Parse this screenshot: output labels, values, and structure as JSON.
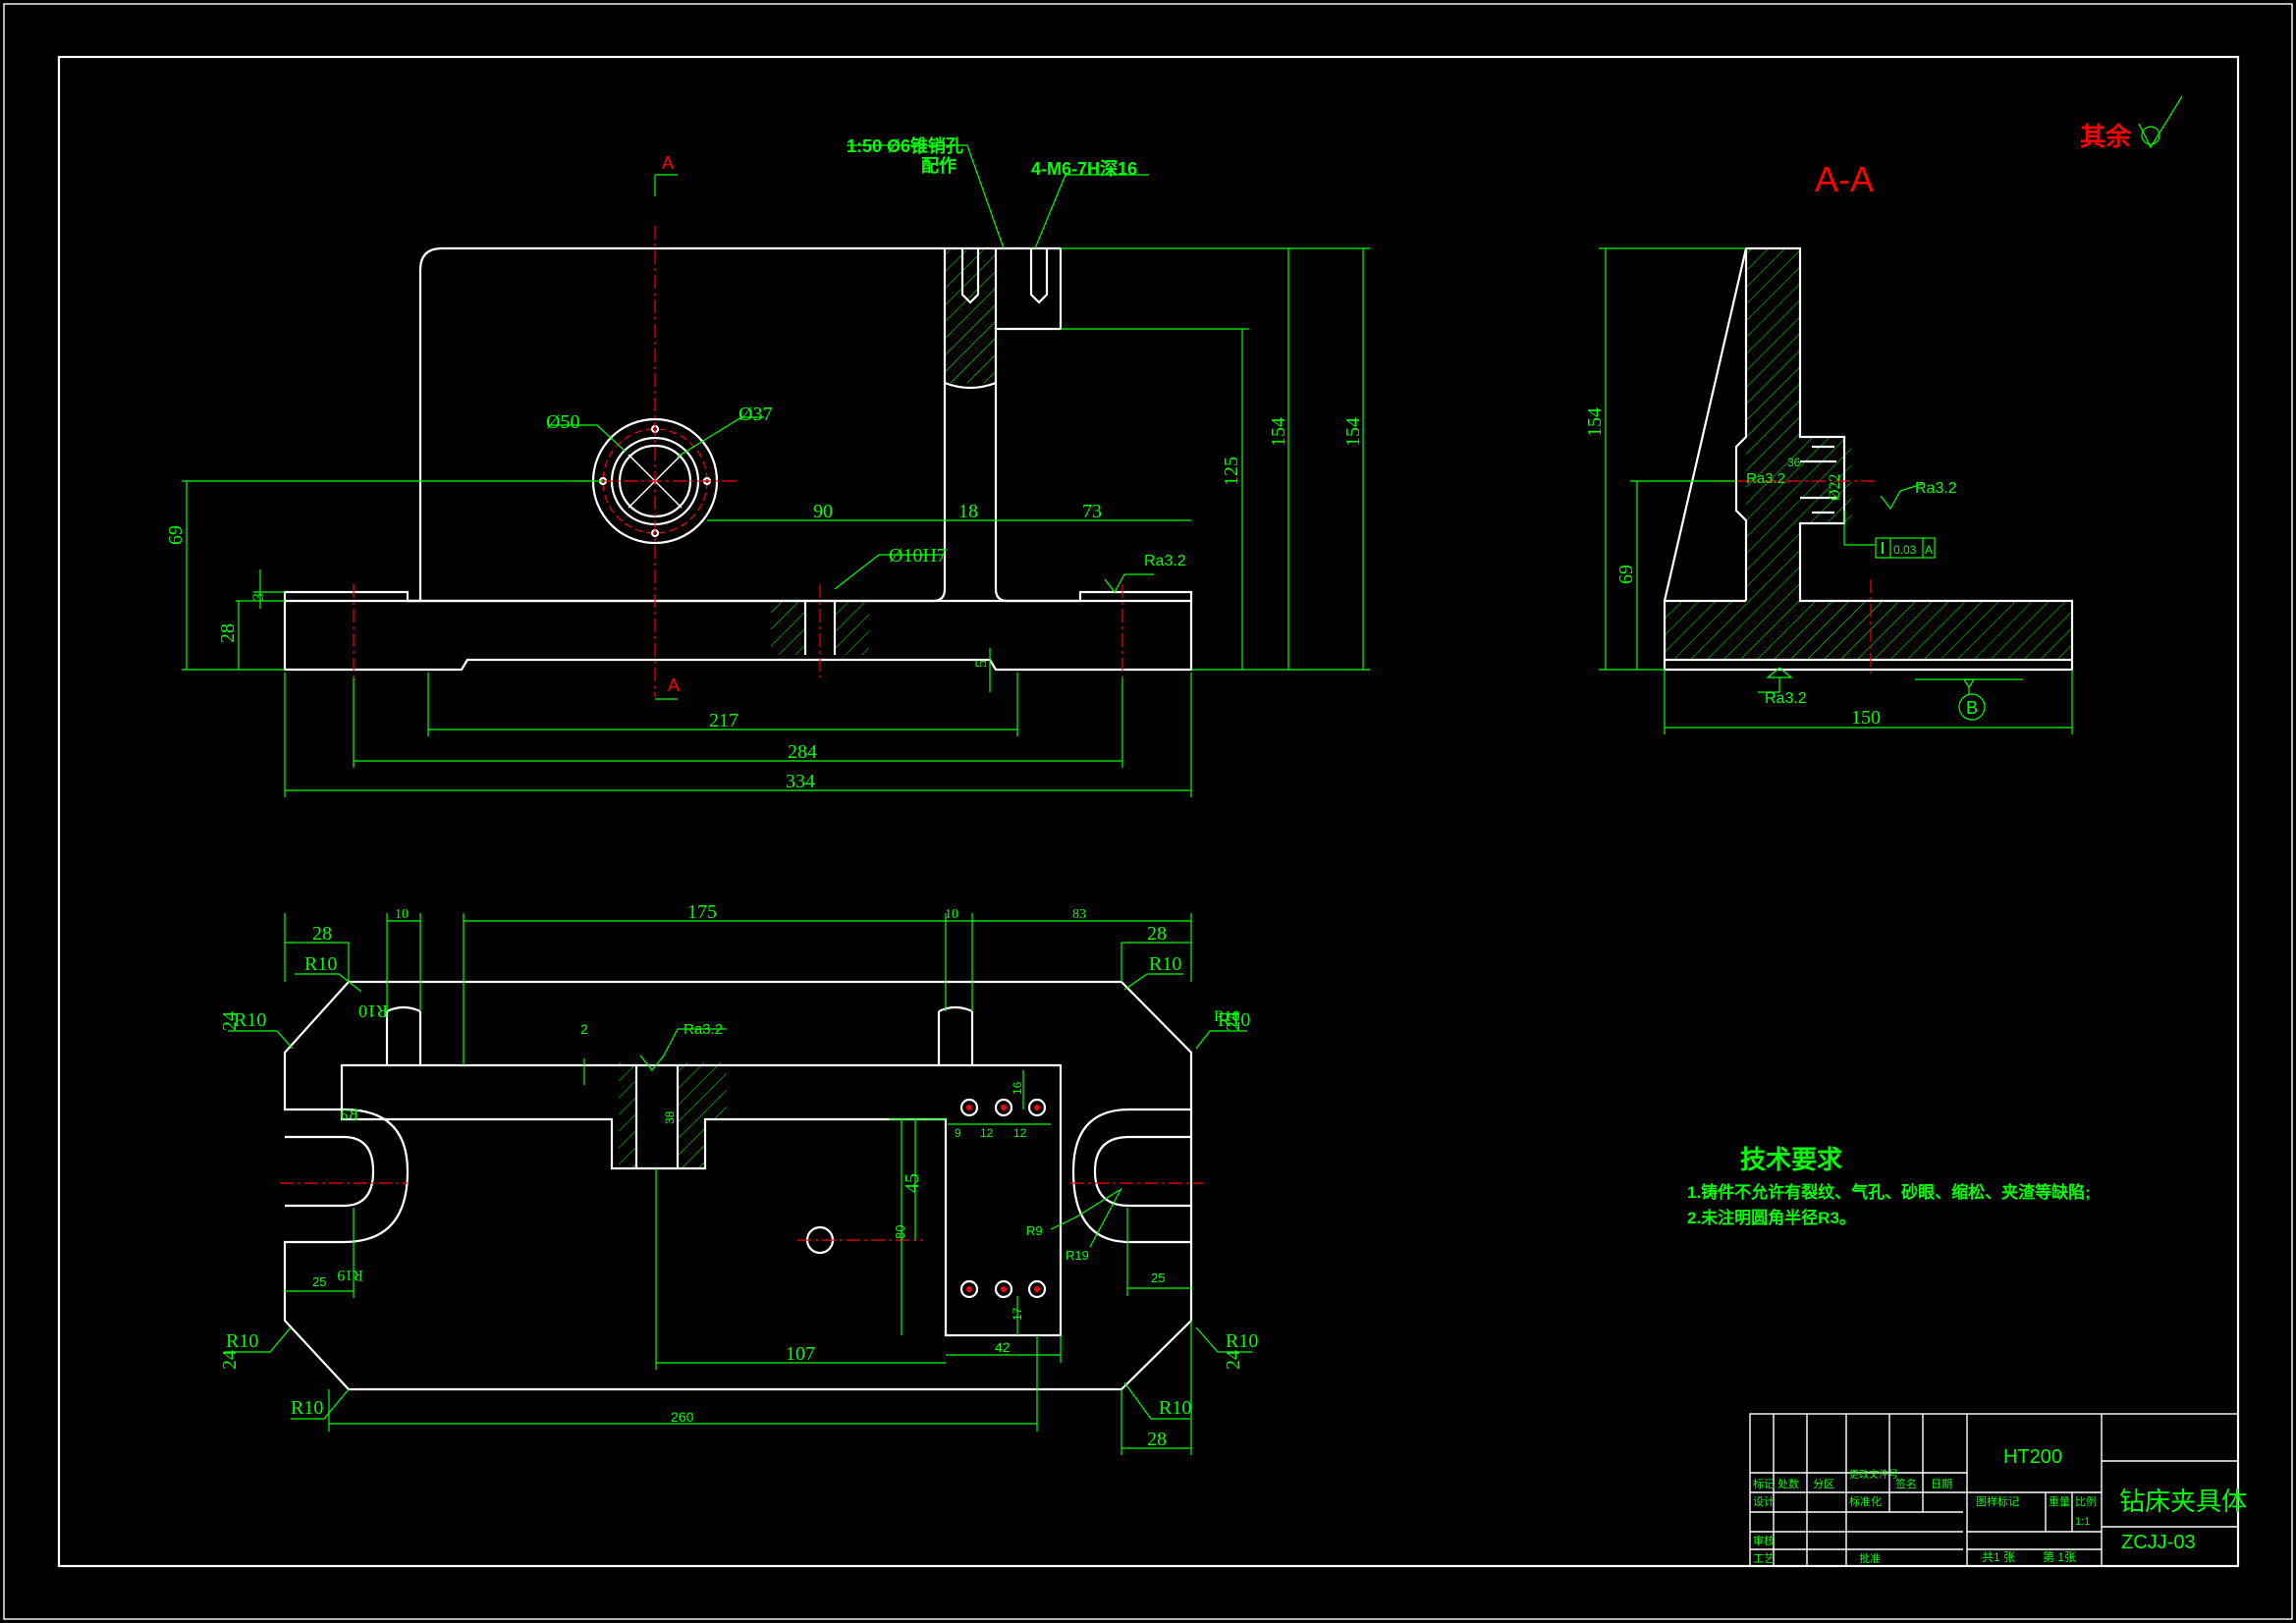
{
  "title_block": {
    "material": "HT200",
    "part_name": "钻床夹具体",
    "drawing_no": "ZCJJ-03",
    "scale_label": "比例",
    "scale": "1:1",
    "weight_label": "重量",
    "stage_label": "图样标记",
    "sheet_total": "共1 张",
    "sheet_no": "第 1张",
    "col_mark": "标记",
    "col_count": "处数",
    "col_zone": "分区",
    "col_doc": "更改文件号",
    "col_sign": "签名",
    "col_date": "日期",
    "row_design": "设计",
    "row_standard": "标准化",
    "row_check": "审核",
    "row_process": "工艺",
    "row_approve": "批准"
  },
  "tech_requirements": {
    "heading": "技术要求",
    "items": [
      "1.铸件不允许有裂纹、气孔、砂眼、缩松、夹渣等缺陷;",
      "2.未注明圆角半径R3。"
    ]
  },
  "roughness_note": {
    "label": "其余"
  },
  "section_label": "A-A",
  "front_view": {
    "section_mark_top": "A",
    "section_mark_bottom": "A",
    "note_taper_pin": "1:50 Ø6锥销孔",
    "note_taper_pin_2": "配作",
    "note_thread": "4-M6-7H深16",
    "dia_50": "Ø50",
    "dia_37": "Ø37",
    "dia_10h7": "Ø10H7",
    "dim_90": "90",
    "dim_18": "18",
    "dim_73": "73",
    "dim_125": "125",
    "dim_154a": "154",
    "dim_154b": "154",
    "dim_69": "69",
    "dim_28": "28",
    "dim_3": "3",
    "dim_5": "5",
    "dim_217": "217",
    "dim_284": "284",
    "dim_334": "334",
    "ra": "Ra3.2"
  },
  "section_view": {
    "dim_154": "154",
    "dim_69": "69",
    "dim_150": "150",
    "dim_22": "Ø22",
    "dim_36": "36",
    "ra_1": "Ra3.2",
    "ra_2": "Ra3.2",
    "ra_3": "Ra3.2",
    "tolerance_value": "0.03",
    "tolerance_datum": "A",
    "datum_b": "B"
  },
  "top_view": {
    "dim_28a": "28",
    "dim_10a": "10",
    "dim_175": "175",
    "dim_10b": "10",
    "dim_83": "83",
    "dim_28b": "28",
    "r10_1": "R10",
    "r10_2": "R10",
    "r10_3": "R10",
    "r10_4": "R10",
    "r10_5": "R10",
    "r10_6": "R10",
    "r10_7": "R10",
    "r10_8": "R10",
    "r10_9": "R10",
    "r10_10": "R10",
    "dim_24a": "24",
    "dim_24b": "24",
    "dim_24c": "24",
    "dim_24d": "24",
    "dim_2": "2",
    "ra": "Ra3.2",
    "dim_38": "38",
    "dim_16": "16",
    "dim_9": "9",
    "dim_12a": "12",
    "dim_12b": "12",
    "dim_45": "45",
    "dim_80": "80",
    "r9a": "R9",
    "r9b": "R9",
    "r19a": "R19",
    "r19b": "R19",
    "dim_25a": "25",
    "dim_25b": "25",
    "dim_17": "17",
    "dim_107": "107",
    "dim_42": "42",
    "dim_260": "260",
    "dim_28c": "28"
  }
}
